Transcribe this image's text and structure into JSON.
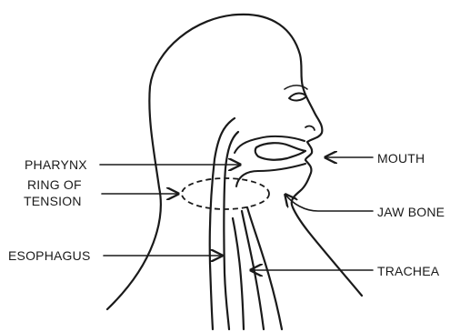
{
  "labels": {
    "pharynx": "PHARYNX",
    "ring_line1": "RING OF",
    "ring_line2": "TENSION",
    "esophagus": "ESOPHAGUS",
    "mouth": "MOUTH",
    "jaw_bone": "JAW BONE",
    "trachea": "TRACHEA"
  },
  "colors": {
    "ink": "#1a1a1a",
    "background": "#ffffff"
  }
}
